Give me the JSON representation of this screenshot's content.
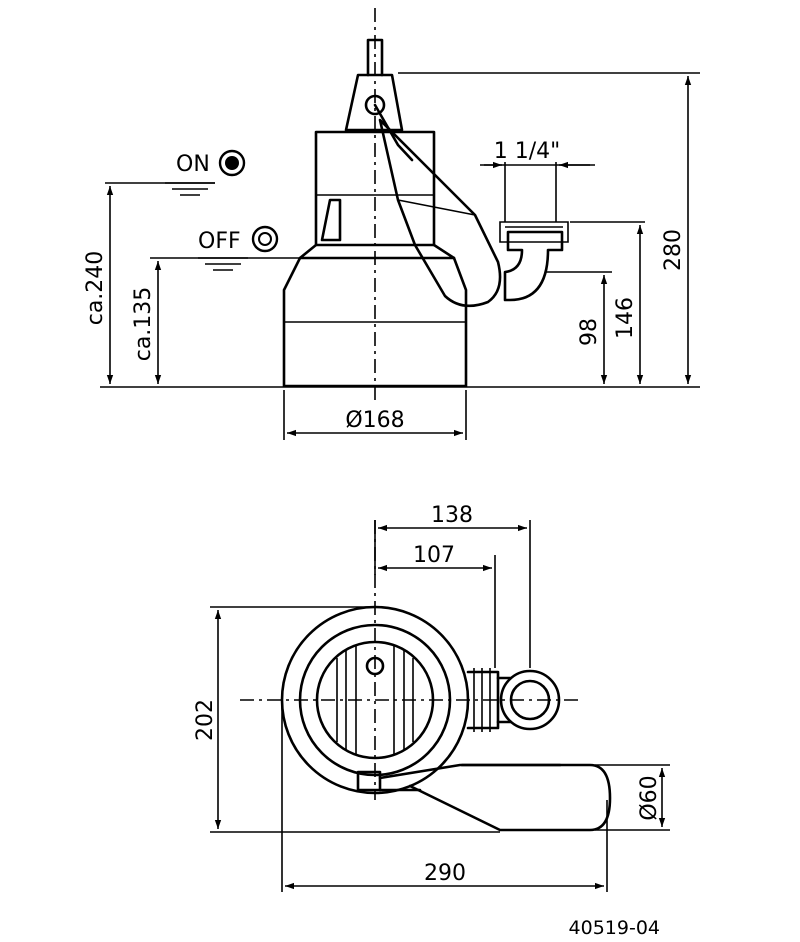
{
  "drawing_number": "40519-04",
  "side_view": {
    "switch_on_label": "ON",
    "switch_off_label": "OFF",
    "dim_outlet_thread": "1 1/4\"",
    "dim_height_total": "280",
    "dim_outlet_height": "146",
    "dim_outlet_axis": "98",
    "dim_on_level": "ca.240",
    "dim_off_level": "ca.135",
    "dim_diameter": "Ø168"
  },
  "top_view": {
    "dim_to_outlet_center": "138",
    "dim_to_outlet_flange": "107",
    "dim_width": "202",
    "dim_length": "290",
    "dim_float_diameter": "Ø60"
  }
}
